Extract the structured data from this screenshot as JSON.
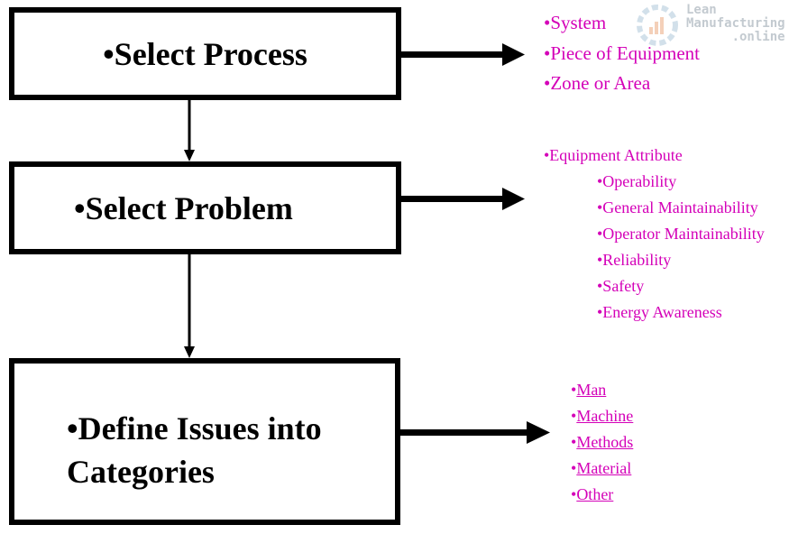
{
  "steps": [
    {
      "label": "•Select Process"
    },
    {
      "label": "•Select Problem"
    },
    {
      "line1": "•Define Issues into",
      "line2": "Categories"
    }
  ],
  "process_items": [
    "•System",
    "•Piece of Equipment",
    "•Zone or Area"
  ],
  "problem_items": {
    "header": "•Equipment Attribute",
    "sub": [
      "•Operability",
      "•General Maintainability",
      "•Operator Maintainability",
      "•Reliability",
      "•Safety",
      "•Energy Awareness"
    ]
  },
  "category_items": [
    {
      "bullet": "•",
      "text": "Man "
    },
    {
      "bullet": "•",
      "text": "Machine"
    },
    {
      "bullet": "•",
      "text": "Methods"
    },
    {
      "bullet": "•",
      "text": "Material"
    },
    {
      "bullet": "•",
      "text": "Other"
    }
  ],
  "watermark": {
    "line1": "Lean",
    "line2": "Manufacturing",
    "line3": ".online"
  },
  "colors": {
    "accent": "#d400b8",
    "border": "#000000"
  }
}
